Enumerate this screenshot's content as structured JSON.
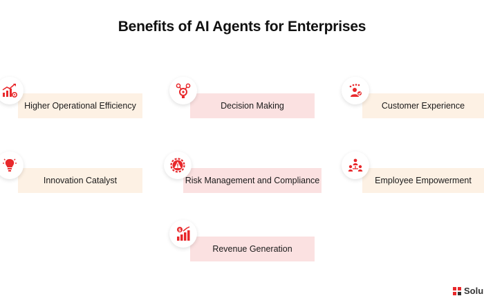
{
  "title": "Benefits of AI Agents for Enterprises",
  "accent_color": "#e8282b",
  "items": [
    {
      "label": "Higher Operational Efficiency",
      "icon": "growth-chart-gear-icon"
    },
    {
      "label": "Decision Making",
      "icon": "decision-gears-icon"
    },
    {
      "label": "Customer Experience",
      "icon": "customer-rating-icon"
    },
    {
      "label": "Innovation Catalyst",
      "icon": "lightbulb-brain-icon"
    },
    {
      "label": "Risk Management and Compliance",
      "icon": "risk-warning-gear-icon"
    },
    {
      "label": "Employee Empowerment",
      "icon": "team-people-icon"
    },
    {
      "label": "Revenue Generation",
      "icon": "revenue-chart-icon"
    }
  ],
  "logo": {
    "text": "Solul"
  }
}
